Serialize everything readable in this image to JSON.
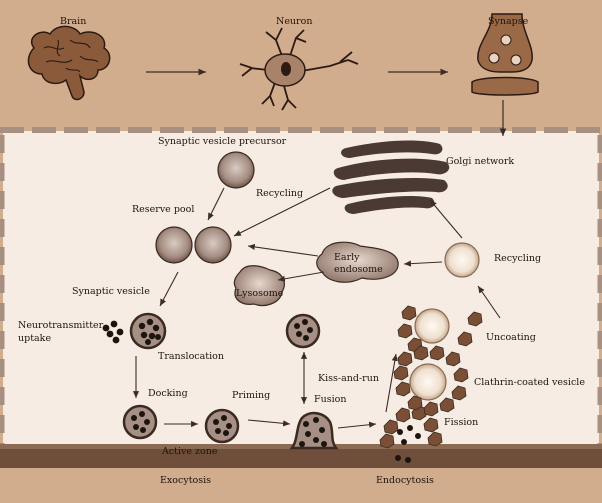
{
  "top_labels": {
    "brain": "Brain",
    "neuron": "Neuron",
    "synapse": "Synapse"
  },
  "labels": {
    "synaptic_vesicle_precursor": "Synaptic vesicle precursor",
    "golgi_network": "Golgi network",
    "recycling_top": "Recycling",
    "reserve_pool": "Reserve pool",
    "early_endosome_1": "Early",
    "early_endosome_2": "endosome",
    "recycling_right": "Recycling",
    "lysosome": "Lysosome",
    "synaptic_vesicle": "Synaptic vesicle",
    "neurotransmitter_1": "Neurotransmitter",
    "neurotransmitter_2": "uptake",
    "translocation": "Translocation",
    "uncoating": "Uncoating",
    "kiss_and_run": "Kiss-and-run",
    "clathrin_coated_vesicle": "Clathrin-coated vesicle",
    "docking": "Docking",
    "priming": "Priming",
    "fusion": "Fusion",
    "fission": "Fission",
    "active_zone": "Active zone"
  },
  "bottom_labels": {
    "exocytosis": "Exocytosis",
    "endocytosis": "Endocytosis"
  },
  "colors": {
    "outer_bg": "#d2ad8d",
    "inner_bg": "#f7ece3",
    "membrane": "#6f4f3c",
    "vesicle_fill": "#a68f84",
    "vesicle_stroke": "#3a2a22",
    "coat": "#7a4f36",
    "ink": "#1c140f",
    "arrow": "#3b2d26"
  }
}
